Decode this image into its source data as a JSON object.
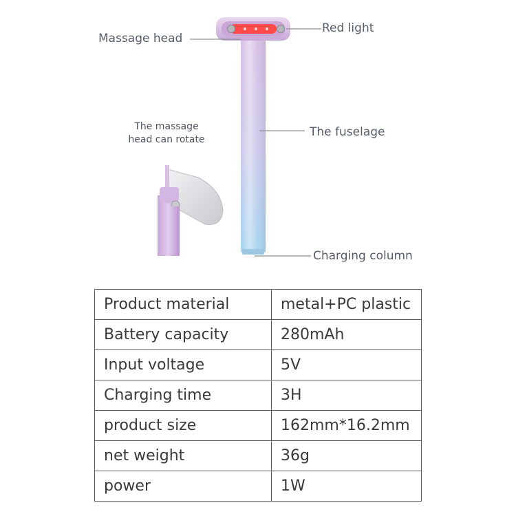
{
  "callouts": {
    "massage_head": "Massage head",
    "red_light": "Red light",
    "fuselage": "The fuselage",
    "rotate_line1": "The massage",
    "rotate_line2": "head can rotate",
    "charging_column": "Charging column"
  },
  "colors": {
    "red_light": "#ff3b3b",
    "head": "#dcc6e6",
    "body_top": "#d2b8e2",
    "body_bottom": "#a6d4ee",
    "leader_line": "#8a8f96"
  },
  "specs": [
    {
      "label": "Product material",
      "value": "metal+PC plastic"
    },
    {
      "label": "Battery capacity",
      "value": "280mAh"
    },
    {
      "label": "Input voltage",
      "value": "5V"
    },
    {
      "label": "Charging time",
      "value": "3H"
    },
    {
      "label": "product size",
      "value": "162mm*16.2mm"
    },
    {
      "label": "net weight",
      "value": "36g"
    },
    {
      "label": "power",
      "value": "1W"
    }
  ]
}
